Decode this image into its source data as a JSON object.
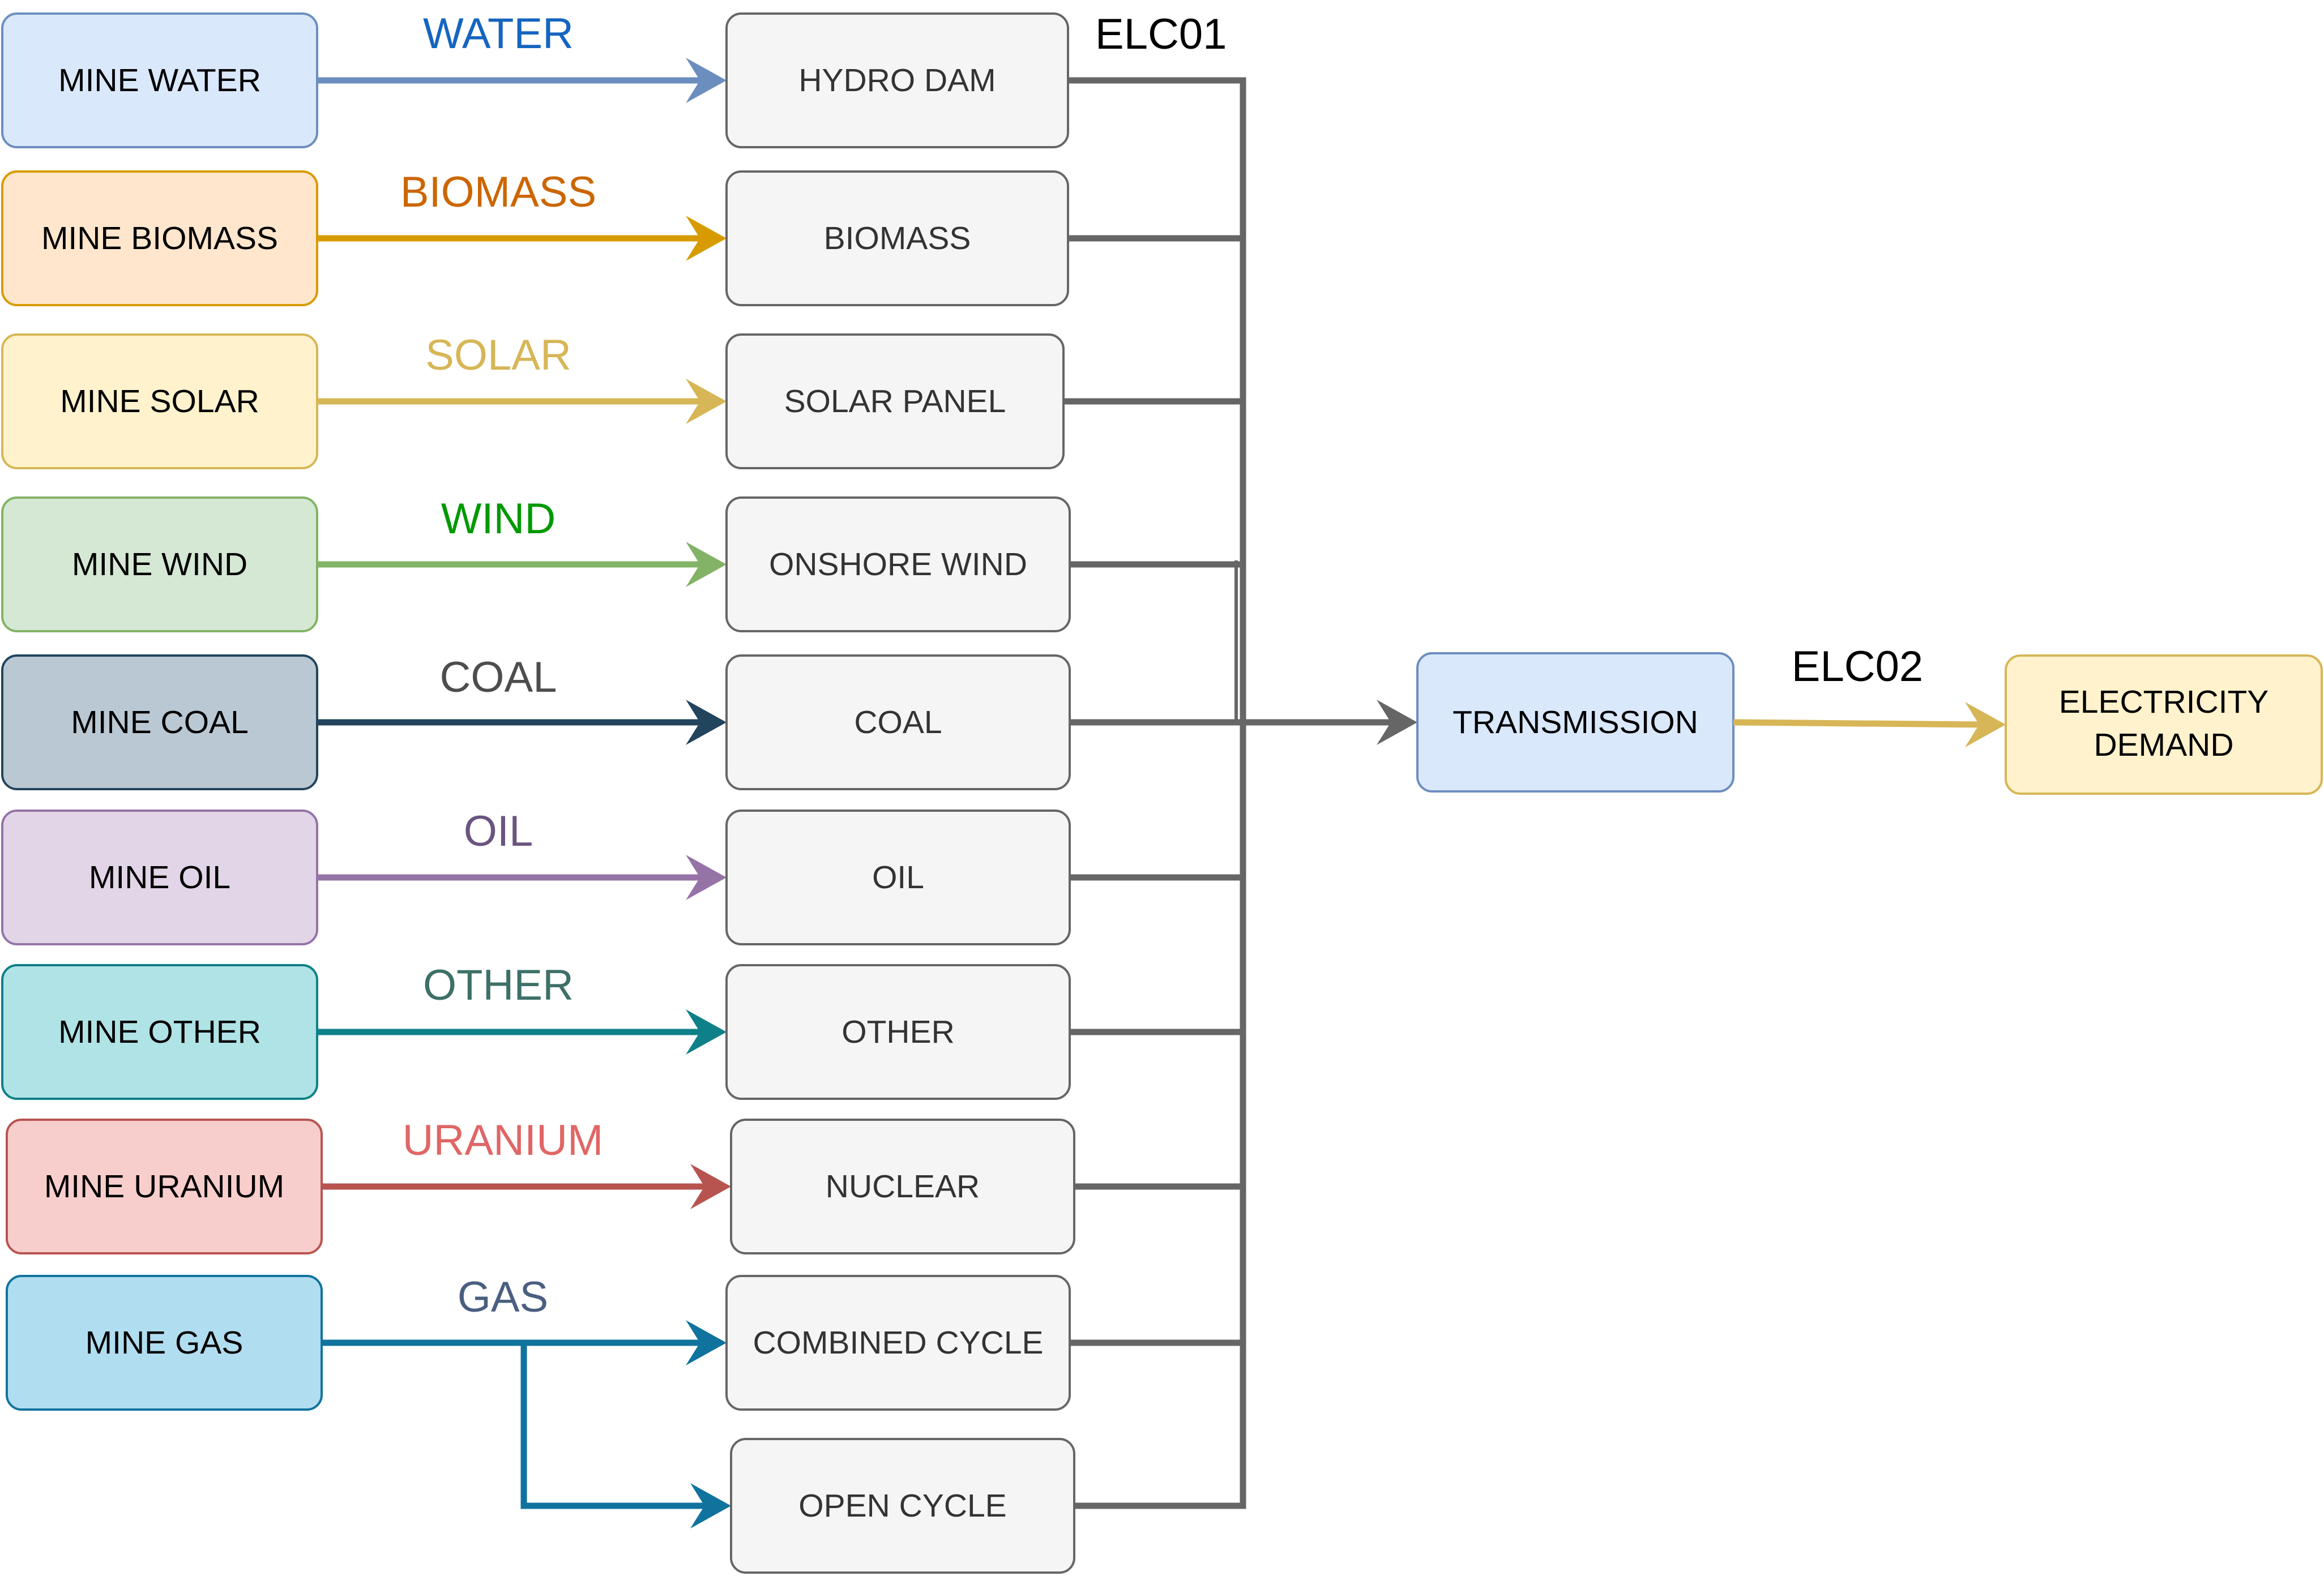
{
  "mines": [
    {
      "key": "water",
      "label": "MINE WATER",
      "fill": "#dae8fc",
      "stroke": "#6c8ebf"
    },
    {
      "key": "biomass",
      "label": "MINE BIOMASS",
      "fill": "#ffe6cc",
      "stroke": "#d79b00"
    },
    {
      "key": "solar",
      "label": "MINE SOLAR",
      "fill": "#fff2cc",
      "stroke": "#d6b656"
    },
    {
      "key": "wind",
      "label": "MINE WIND",
      "fill": "#d5e8d4",
      "stroke": "#82b366"
    },
    {
      "key": "coal",
      "label": "MINE COAL",
      "fill": "#bac8d3",
      "stroke": "#23445d"
    },
    {
      "key": "oil",
      "label": "MINE OIL",
      "fill": "#e1d5e7",
      "stroke": "#9673a6"
    },
    {
      "key": "other",
      "label": "MINE OTHER",
      "fill": "#b0e3e6",
      "stroke": "#0e8088"
    },
    {
      "key": "uranium",
      "label": "MINE URANIUM",
      "fill": "#f8cecc",
      "stroke": "#b85450"
    },
    {
      "key": "gas",
      "label": "MINE GAS",
      "fill": "#b1ddf0",
      "stroke": "#10739e"
    }
  ],
  "flows": [
    {
      "label": "WATER",
      "color": "#1565c0",
      "line": "#6c8ebf"
    },
    {
      "label": "BIOMASS",
      "color": "#cc6600",
      "line": "#d79b00"
    },
    {
      "label": "SOLAR",
      "color": "#d6b656",
      "line": "#d6b656"
    },
    {
      "label": "WIND",
      "color": "#009900",
      "line": "#82b366"
    },
    {
      "label": "COAL",
      "color": "#4d4d4d",
      "line": "#23445d"
    },
    {
      "label": "OIL",
      "color": "#6a5580",
      "line": "#9673a6"
    },
    {
      "label": "OTHER",
      "color": "#3d7068",
      "line": "#0e8088"
    },
    {
      "label": "URANIUM",
      "color": "#e06666",
      "line": "#b85450"
    },
    {
      "label": "GAS",
      "color": "#4a5f80",
      "line": "#10739e"
    }
  ],
  "technologies": [
    {
      "label": "HYDRO DAM"
    },
    {
      "label": "BIOMASS"
    },
    {
      "label": "SOLAR PANEL"
    },
    {
      "label": "ONSHORE WIND"
    },
    {
      "label": "COAL"
    },
    {
      "label": "OIL"
    },
    {
      "label": "OTHER"
    },
    {
      "label": "NUCLEAR"
    },
    {
      "label": "COMBINED CYCLE"
    },
    {
      "label": "OPEN CYCLE"
    }
  ],
  "tech_style": {
    "fill": "#f5f5f5",
    "stroke": "#666666",
    "text": "#333333"
  },
  "bus": {
    "label": "ELC01",
    "color": "#666666"
  },
  "transmission": {
    "label": "TRANSMISSION",
    "fill": "#dae8fc",
    "stroke": "#6c8ebf"
  },
  "demand_link": {
    "label": "ELC02",
    "color": "#d6b656"
  },
  "demand": {
    "line1": "ELECTRICITY",
    "line2": "DEMAND",
    "fill": "#fff2cc",
    "stroke": "#d6b656"
  }
}
